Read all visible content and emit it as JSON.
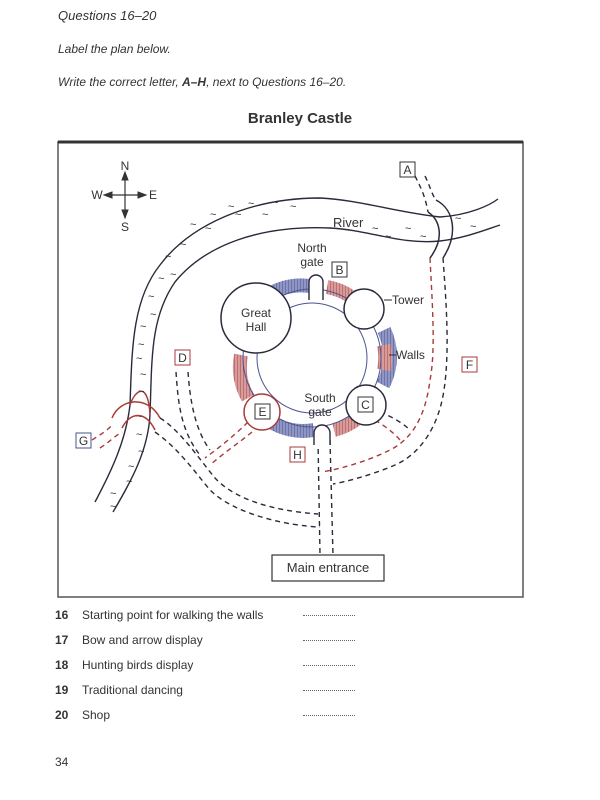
{
  "header": {
    "questions_heading": "Questions 16–20",
    "instruction_1": "Label the plan below.",
    "instruction_2_pre": "Write the correct letter, ",
    "instruction_2_bold": "A–H",
    "instruction_2_post": ", next to Questions 16–20."
  },
  "plan": {
    "title": "Branley Castle",
    "compass": {
      "north": "N",
      "south": "S",
      "east": "E",
      "west": "W"
    },
    "labels": {
      "river": "River",
      "north_gate_line1": "North",
      "north_gate_line2": "gate",
      "tower": "Tower",
      "walls": "Walls",
      "great_hall_line1": "Great",
      "great_hall_line2": "Hall",
      "south_gate_line1": "South",
      "south_gate_line2": "gate",
      "main_entrance": "Main entrance"
    },
    "letters": {
      "A": "A",
      "B": "B",
      "C": "C",
      "D": "D",
      "E": "E",
      "F": "F",
      "G": "G",
      "H": "H"
    },
    "colors": {
      "ink": "#2a2a3a",
      "red": "#a83a3a",
      "blue": "#5a64a0"
    }
  },
  "questions": [
    {
      "number": "16",
      "text": "Starting point for walking the walls"
    },
    {
      "number": "17",
      "text": "Bow and arrow display"
    },
    {
      "number": "18",
      "text": "Hunting birds display"
    },
    {
      "number": "19",
      "text": "Traditional dancing"
    },
    {
      "number": "20",
      "text": "Shop"
    }
  ],
  "page_number": "34"
}
